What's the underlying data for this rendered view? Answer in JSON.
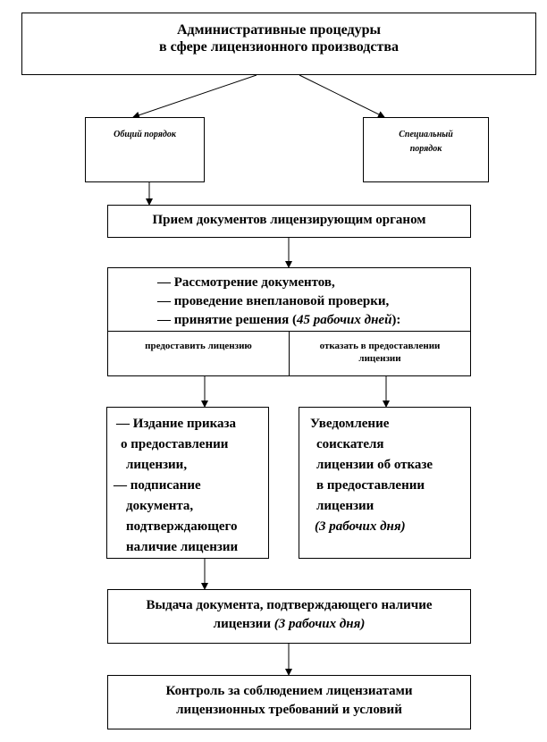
{
  "top_box": {
    "line1": "Административные процедуры",
    "line2": "в сфере лицензионного производства"
  },
  "general_order": "Общий порядок",
  "special_order": {
    "line1": "Специальный",
    "line2": "порядок"
  },
  "reception": "Прием документов лицензирующим органом",
  "review": {
    "item1": "― Рассмотрение документов,",
    "item2": "― проведение внеплановой проверки,",
    "item3": "― принятие решения (",
    "item3_italic": "45 рабочих дней",
    "item3_end": "):"
  },
  "grant": "предоставить лицензию",
  "refuse": {
    "line1": "отказать в предоставлении",
    "line2": "лицензии"
  },
  "left_box": {
    "l1": "― Издание приказа",
    "l2": "о предоставлении",
    "l3": "лицензии,",
    "l4": "― подписание",
    "l5": "документа,",
    "l6": "подтверждающего",
    "l7": "наличие лицензии"
  },
  "right_box": {
    "l1": "Уведомление",
    "l2": "соискателя",
    "l3": "лицензии об отказе",
    "l4": "в предоставлении",
    "l5": "лицензии",
    "l6": "(3 рабочих дня)"
  },
  "issue": {
    "line1": "Выдача документа, подтверждающего наличие",
    "line2": "лицензии ",
    "line2_italic": "(3 рабочих дня)"
  },
  "control": {
    "line1": "Контроль за соблюдением лицензиатами",
    "line2": "лицензионных требований и условий"
  }
}
